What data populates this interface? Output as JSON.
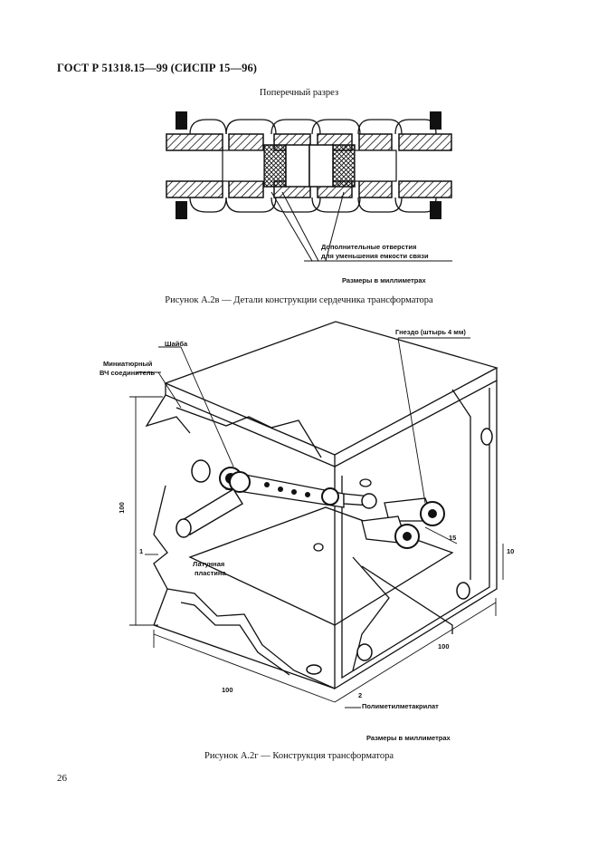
{
  "document": {
    "header": "ГОСТ Р 51318.15—99 (СИСПР 15—96)",
    "page_number": "26"
  },
  "figure_a2v": {
    "section_label": "Поперечный разрез",
    "note_line1": "Дополнительные отверстия",
    "note_line2": "для уменьшения емкости связи",
    "units_note": "Размеры в миллиметрах",
    "caption": "Рисунок А.2в — Детали конструкции сердечника трансформатора"
  },
  "figure_a2g": {
    "label_washer": "Шайба",
    "label_connector_line1": "Миниатюрный",
    "label_connector_line2": "ВЧ соединитель",
    "label_socket": "Гнездо (штырь 4 мм)",
    "label_brass_line1": "Латунная",
    "label_brass_line2": "пластина",
    "label_pmma": "Полиметилметакрилат",
    "callout_1": "1",
    "callout_2": "2",
    "dim_height": "100",
    "dim_depth": "100",
    "dim_width": "100",
    "dim_15": "15",
    "dim_10": "10",
    "units_note": "Размеры в миллиметрах",
    "caption": "Рисунок А.2г — Конструкция трансформатора"
  }
}
